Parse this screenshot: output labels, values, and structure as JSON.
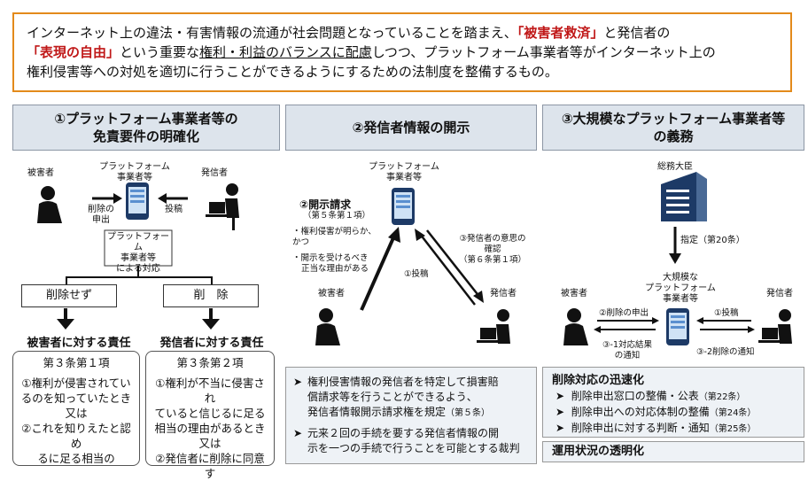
{
  "intro": {
    "line1_a": "インターネット上の違法・有害情報の流通が社会問題となっていることを踏まえ、",
    "line1_em": "「被害者救済」",
    "line1_b": "と発信者の",
    "line2_em1": "「表現の自由」",
    "line2_a": "という重要な",
    "line2_u": "権利・利益のバランスに配慮",
    "line2_b": "しつつ、プラットフォーム事業者等がインターネット上の",
    "line3": "権利侵害等への対処を適切に行うことができるようにするための法制度を整備するもの。"
  },
  "col1": {
    "header_l1": "①プラットフォーム事業者等の",
    "header_l2": "免責要件の明確化",
    "victim": "被害者",
    "platform_l1": "プラットフォーム",
    "platform_l2": "事業者等",
    "sender": "発信者",
    "req_l1": "削除の",
    "req_l2": "申出",
    "post": "投稿",
    "response_l1": "プラットフォーム",
    "response_l2": "事業者等",
    "response_l3": "による対応",
    "no_delete": "削除せず",
    "delete": "削　除",
    "resp_victim": "被害者に対する責任",
    "resp_sender": "発信者に対する責任",
    "clause1_title": "第３条第１項",
    "clause1_l1": "①権利が侵害されてい",
    "clause1_l2": "るのを知っていたとき",
    "clause1_l3": "又は",
    "clause1_l4": "②これを知りえたと認め",
    "clause1_l5": "るに足る相当の",
    "clause2_title": "第３条第２項",
    "clause2_l1": "①権利が不当に侵害され",
    "clause2_l2": "ていると信じるに足る",
    "clause2_l3": "相当の理由があるとき",
    "clause2_l4": "又は",
    "clause2_l5": "②発信者に削除に同意す"
  },
  "col2": {
    "header": "②発信者情報の開示",
    "platform_l1": "プラットフォーム",
    "platform_l2": "事業者等",
    "disclose_req": "②開示請求",
    "disclose_art": "（第５条第１項）",
    "cond1_l1": "・権利侵害が明らか、",
    "cond1_l2": "かつ",
    "cond2_l1": "・開示を受けるべき",
    "cond2_l2": "正当な理由がある",
    "confirm_l1": "③発信者の意思の",
    "confirm_l2": "確認",
    "confirm_l3": "（第６条第１項）",
    "post": "①投稿",
    "victim": "被害者",
    "sender": "発信者",
    "b1_l1": "権利侵害情報の発信者を特定して損害賠",
    "b1_l2": "償請求等を行うことができるよう、",
    "b1_l3": "発信者情報開示請求権を規定",
    "b1_ref": "（第５条）",
    "b2_l1": "元来２回の手続を要する発信者情報の開",
    "b2_l2": "示を一つの手続で行うことを可能とする裁判"
  },
  "col3": {
    "header_l1": "③大規模なプラットフォーム事業者等",
    "header_l2": "の義務",
    "ministry": "総務大臣",
    "designate": "指定（第20条）",
    "large_l1": "大規模な",
    "large_l2": "プラットフォーム",
    "large_l3": "事業者等",
    "victim": "被害者",
    "sender": "発信者",
    "req": "②削除の申出",
    "post": "①投稿",
    "result_l1": "③-1対応結果",
    "result_l2": "の通知",
    "notice": "③-2削除の通知",
    "speed_title": "削除対応の迅速化",
    "s1": "削除申出窓口の整備・公表",
    "s1_ref": "（第22条）",
    "s2": "削除申出への対応体制の整備",
    "s2_ref": "（第24条）",
    "s3": "削除申出に対する判断・通知",
    "s3_ref": "（第25条）",
    "transparency_title": "運用状況の透明化"
  },
  "colors": {
    "accent_orange": "#e38a1b",
    "emphasis_red": "#c01818",
    "header_bg": "#dde4ec"
  }
}
